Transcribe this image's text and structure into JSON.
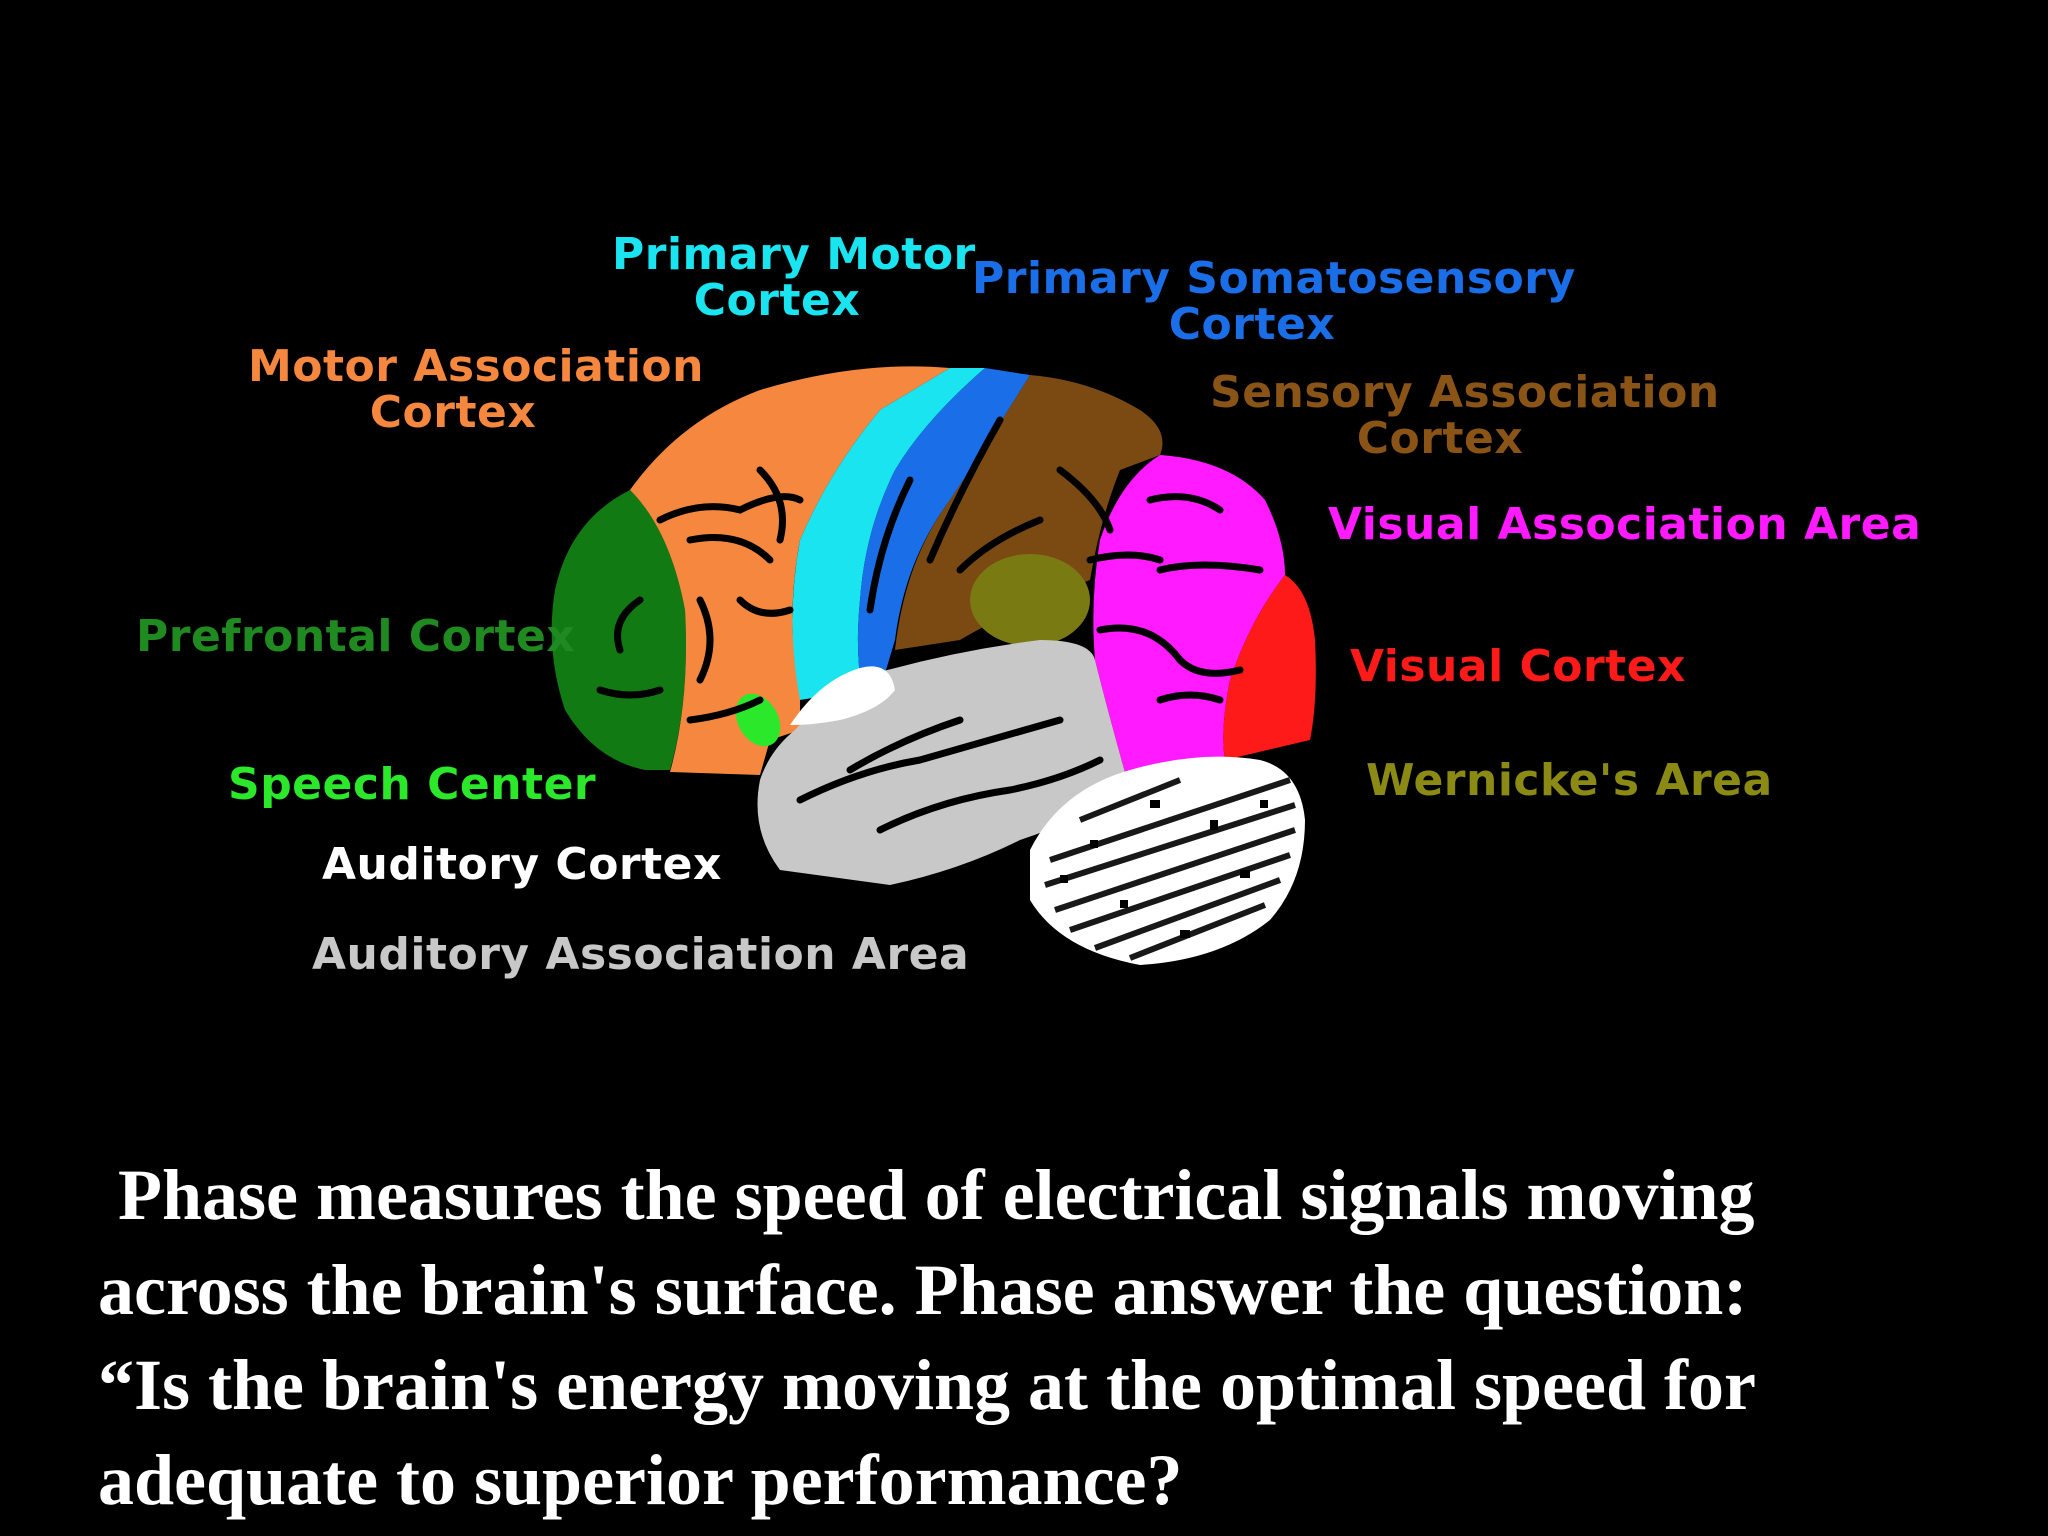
{
  "labels": {
    "primary_motor_cortex": {
      "line1": "Primary Motor",
      "line2": "Cortex"
    },
    "primary_somatosensory_cortex": {
      "line1": "Primary Somatosensory",
      "line2": "Cortex"
    },
    "motor_association_cortex": {
      "line1": "Motor Association",
      "line2": "Cortex"
    },
    "sensory_association_cortex": {
      "line1": "Sensory Association",
      "line2": "Cortex"
    },
    "visual_association_area": "Visual Association Area",
    "prefrontal_cortex": "Prefrontal Cortex",
    "visual_cortex": "Visual Cortex",
    "speech_center": "Speech Center",
    "wernickes_area": "Wernicke's Area",
    "auditory_cortex": "Auditory Cortex",
    "auditory_association_area": "Auditory Association Area"
  },
  "colors": {
    "background": "#000000",
    "prefrontal": "#127a12",
    "motor_association": "#f5883e",
    "primary_motor": "#1ae4ef",
    "primary_somatosensory": "#1a6fe8",
    "sensory_association": "#7a4a12",
    "visual_association": "#ff1aff",
    "visual_cortex": "#ff1a1a",
    "speech_center": "#2be82b",
    "wernicke": "#7a7a12",
    "auditory_cortex": "#ffffff",
    "auditory_association": "#c8c8c8",
    "cerebellum": "#ffffff",
    "label_prefrontal": "#1f8a1f",
    "label_motor_association": "#f5883e",
    "label_primary_motor": "#1ae4ef",
    "label_primary_somatosensory": "#1a6fe8",
    "label_sensory_association": "#8a5416",
    "label_visual_association": "#ff1aff",
    "label_visual_cortex": "#ff1a1a",
    "label_speech_center": "#2be82b",
    "label_wernicke": "#8a8a14",
    "label_auditory_cortex": "#ffffff",
    "label_auditory_association": "#c8c8c8"
  },
  "caption": {
    "line1": "Phase measures the speed of electrical signals moving",
    "line2": "across the brain's surface. Phase answer the question:",
    "line3": "“Is the brain's energy moving at the optimal speed for",
    "line4": "adequate to superior performance?"
  }
}
